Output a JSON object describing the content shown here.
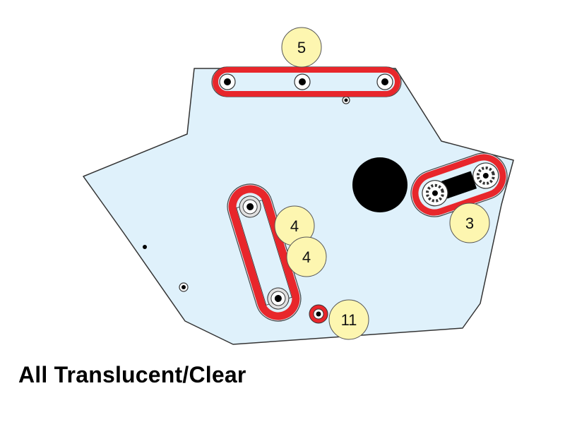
{
  "caption": "All Translucent/Clear",
  "callouts": {
    "top_belt": "5",
    "left_belt_upper": "4",
    "left_belt_lower": "4",
    "right_belt": "3",
    "small_roller": "11"
  },
  "colors": {
    "panel_fill": "#dff1fb",
    "outline": "#333333",
    "belt_red": "#e8262b",
    "callout_fill": "#fdf6b0",
    "black": "#000000"
  }
}
